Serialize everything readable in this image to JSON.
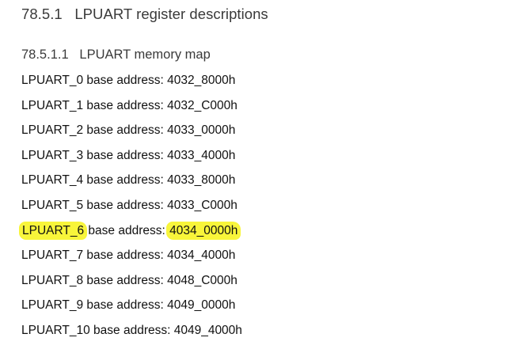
{
  "section": {
    "number": "78.5.1",
    "title": "LPUART register descriptions"
  },
  "subsection": {
    "number": "78.5.1.1",
    "title": "LPUART memory map"
  },
  "colors": {
    "highlight": "#f8f53a"
  },
  "label_suffix": " base address: ",
  "entries": [
    {
      "name": "LPUART_0",
      "address": "4032_8000h",
      "highlighted": false
    },
    {
      "name": "LPUART_1",
      "address": "4032_C000h",
      "highlighted": false
    },
    {
      "name": "LPUART_2",
      "address": "4033_0000h",
      "highlighted": false
    },
    {
      "name": "LPUART_3",
      "address": "4033_4000h",
      "highlighted": false
    },
    {
      "name": "LPUART_4",
      "address": "4033_8000h",
      "highlighted": false
    },
    {
      "name": "LPUART_5",
      "address": "4033_C000h",
      "highlighted": false
    },
    {
      "name": "LPUART_6",
      "address": "4034_0000h",
      "highlighted": true
    },
    {
      "name": "LPUART_7",
      "address": "4034_4000h",
      "highlighted": false
    },
    {
      "name": "LPUART_8",
      "address": "4048_C000h",
      "highlighted": false
    },
    {
      "name": "LPUART_9",
      "address": "4049_0000h",
      "highlighted": false
    },
    {
      "name": "LPUART_10",
      "address": "4049_4000h",
      "highlighted": false
    }
  ]
}
